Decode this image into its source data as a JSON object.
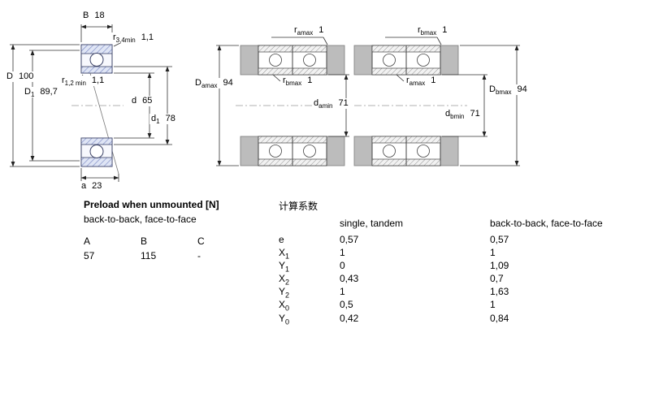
{
  "left_drawing": {
    "B": {
      "base": "B",
      "sub": "",
      "value": "18"
    },
    "r34": {
      "base": "r",
      "sub": "3,4min",
      "value": "1,1"
    },
    "D": {
      "base": "D",
      "sub": "",
      "value": "100"
    },
    "D1": {
      "base": "D",
      "sub": "1",
      "value": "89,7"
    },
    "r12": {
      "base": "r",
      "sub": "1,2 min",
      "value": "1,1"
    },
    "d": {
      "base": "d",
      "sub": "",
      "value": "65"
    },
    "d1": {
      "base": "d",
      "sub": "1",
      "value": "78"
    },
    "a": {
      "base": "a",
      "sub": "",
      "value": "23"
    }
  },
  "arrangements": {
    "arr1": {
      "top_r": {
        "base": "r",
        "sub": "amax",
        "value": "1"
      },
      "inner_r": {
        "base": "r",
        "sub": "bmax",
        "value": "1"
      },
      "bore": {
        "base": "d",
        "sub": "amin",
        "value": "71"
      },
      "outer": {
        "base": "D",
        "sub": "amax",
        "value": "94"
      }
    },
    "arr2": {
      "top_r": {
        "base": "r",
        "sub": "bmax",
        "value": "1"
      },
      "inner_r": {
        "base": "r",
        "sub": "amax",
        "value": "1"
      },
      "bore": {
        "base": "d",
        "sub": "bmin",
        "value": "71"
      },
      "outer": {
        "base": "D",
        "sub": "bmax",
        "value": "94"
      }
    }
  },
  "preload": {
    "title": "Preload when unmounted [N]",
    "subtitle": "back-to-back, face-to-face",
    "headers": [
      "A",
      "B",
      "C"
    ],
    "values": [
      "57",
      "115",
      "-"
    ]
  },
  "calc": {
    "title": "计算系数",
    "col1": "single, tandem",
    "col2": "back-to-back, face-to-face",
    "rows": [
      {
        "base": "e",
        "sub": "",
        "v1": "0,57",
        "v2": "0,57"
      },
      {
        "base": "X",
        "sub": "1",
        "v1": "1",
        "v2": "1"
      },
      {
        "base": "Y",
        "sub": "1",
        "v1": "0",
        "v2": "1,09"
      },
      {
        "base": "X",
        "sub": "2",
        "v1": "0,43",
        "v2": "0,7"
      },
      {
        "base": "Y",
        "sub": "2",
        "v1": "1",
        "v2": "1,63"
      },
      {
        "base": "X",
        "sub": "0",
        "v1": "0,5",
        "v2": "1"
      },
      {
        "base": "Y",
        "sub": "0",
        "v1": "0,42",
        "v2": "0,84"
      }
    ]
  }
}
